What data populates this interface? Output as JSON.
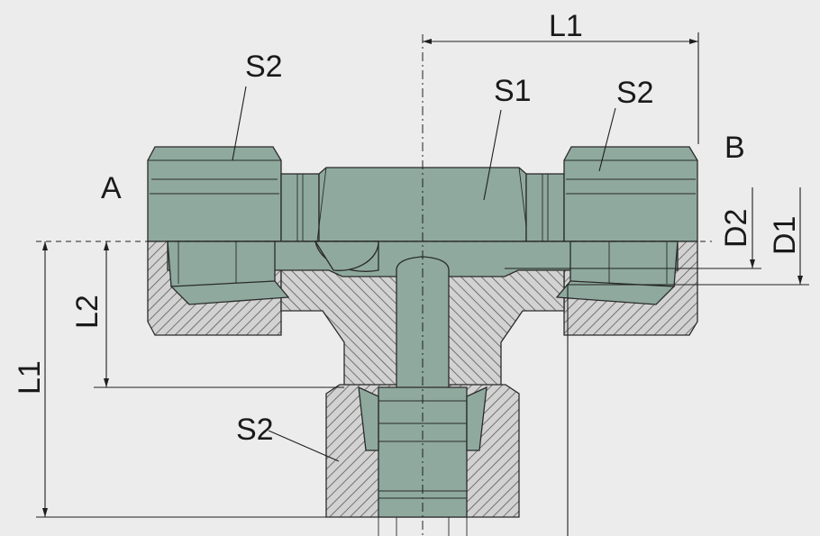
{
  "labels": {
    "l1_top": "L1",
    "s1": "S1",
    "s2_left_top": "S2",
    "s2_right_top": "S2",
    "s2_bottom": "S2",
    "port_a": "A",
    "port_b": "B",
    "d1": "D1",
    "d2": "D2",
    "l1_left": "L1",
    "l2": "L2"
  },
  "colors": {
    "background": "#ececec",
    "body_fill": "#8fa99e",
    "section_fill": "#d2d2d2",
    "hatch": "#5a5a5a",
    "line": "#1f1f1f"
  }
}
